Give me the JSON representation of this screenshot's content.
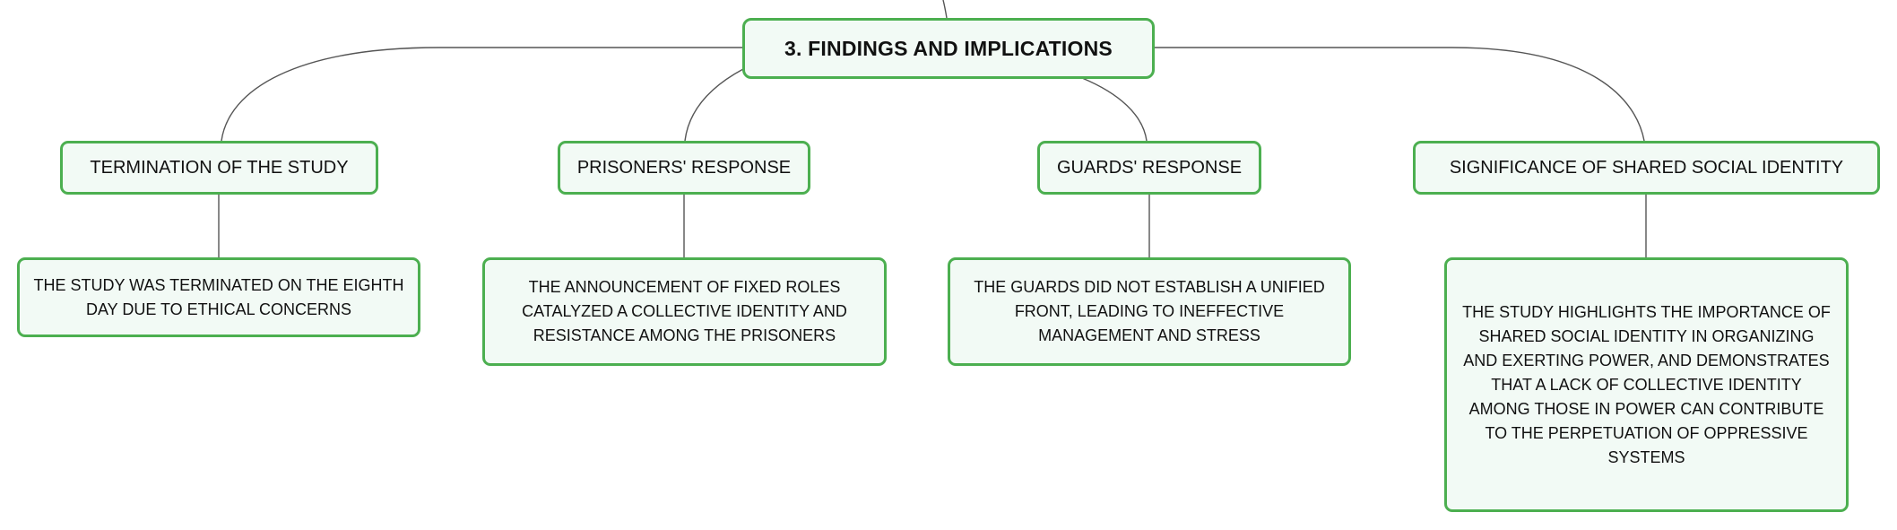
{
  "diagram": {
    "root": {
      "label": "3. FINDINGS AND IMPLICATIONS"
    },
    "branches": [
      {
        "label": "TERMINATION OF THE STUDY",
        "detail": "THE STUDY WAS TERMINATED ON THE EIGHTH DAY DUE TO ETHICAL CONCERNS"
      },
      {
        "label": "PRISONERS' RESPONSE",
        "detail": "THE ANNOUNCEMENT OF FIXED ROLES CATALYZED A COLLECTIVE IDENTITY AND RESISTANCE AMONG THE PRISONERS"
      },
      {
        "label": "GUARDS' RESPONSE",
        "detail": "THE GUARDS DID NOT ESTABLISH A UNIFIED FRONT, LEADING TO INEFFECTIVE MANAGEMENT AND STRESS"
      },
      {
        "label": "SIGNIFICANCE OF SHARED SOCIAL IDENTITY",
        "detail": "THE STUDY HIGHLIGHTS THE IMPORTANCE OF SHARED SOCIAL IDENTITY IN ORGANIZING AND EXERTING POWER, AND DEMONSTRATES THAT A LACK OF COLLECTIVE IDENTITY AMONG THOSE IN POWER CAN CONTRIBUTE TO THE PERPETUATION OF OPPRESSIVE SYSTEMS"
      }
    ],
    "colors": {
      "node_border": "#4caf50",
      "node_fill": "#f2faf5",
      "connector": "#555555",
      "text": "#111111"
    }
  }
}
